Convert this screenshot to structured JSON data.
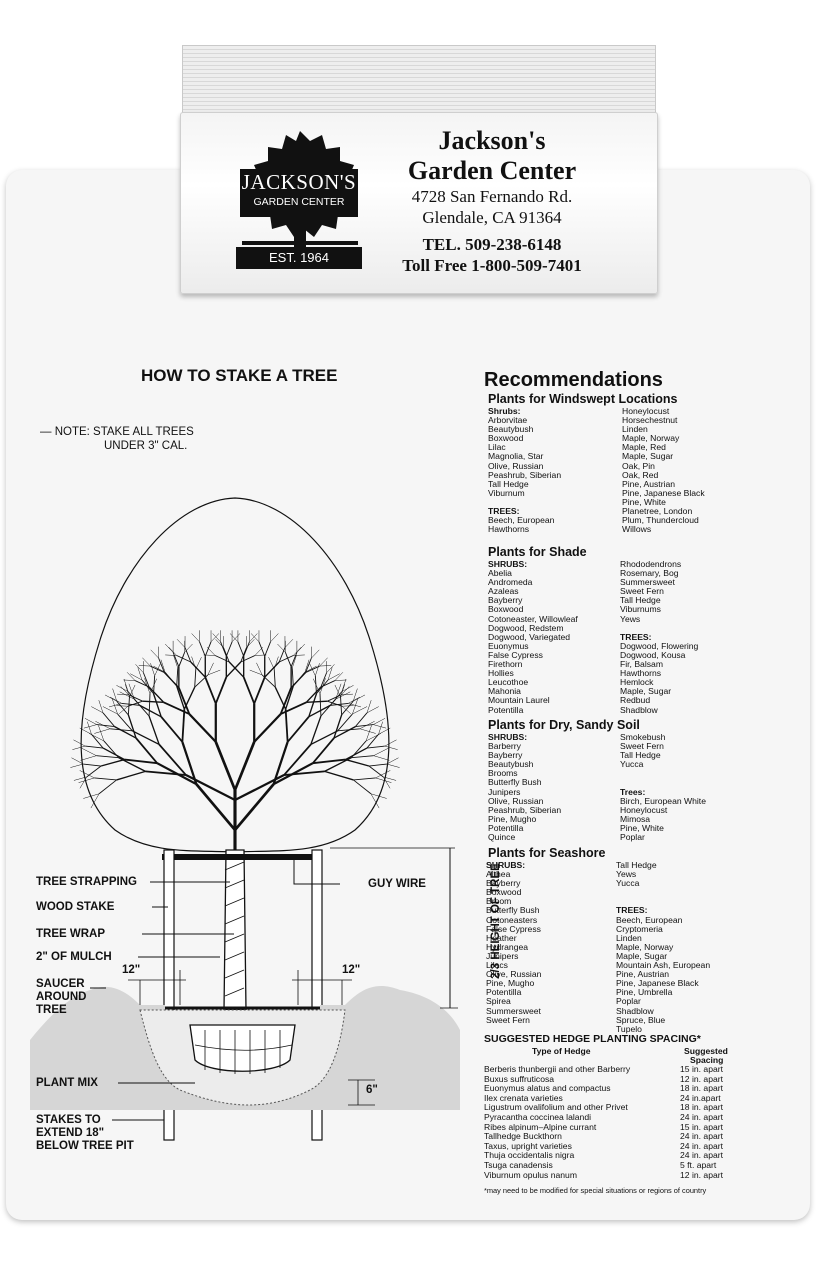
{
  "header": {
    "logo_name": "JACKSON'S",
    "logo_sub": "GARDEN CENTER",
    "logo_est": "EST. 1964",
    "store_name_1": "Jackson's",
    "store_name_2": "Garden Center",
    "address_1": "4728 San Fernando Rd.",
    "address_2": "Glendale, CA 91364",
    "tel": "TEL. 509-238-6148",
    "toll_free": "Toll Free 1-800-509-7401"
  },
  "staking": {
    "title": "HOW TO STAKE A TREE",
    "note_1": "— NOTE: STAKE ALL TREES",
    "note_2": "UNDER 3\" CAL.",
    "labels": {
      "strapping": "TREE STRAPPING",
      "wood_stake": "WOOD STAKE",
      "tree_wrap": "TREE WRAP",
      "mulch": "2\" OF MULCH",
      "saucer_1": "SAUCER",
      "saucer_2": "AROUND",
      "saucer_3": "TREE",
      "plant_mix": "PLANT MIX",
      "stakes_1": "STAKES TO",
      "stakes_2": "EXTEND 18\"",
      "stakes_3": "BELOW TREE PIT",
      "guy_wire": "GUY WIRE",
      "height": "2/3 HEIGHT OF TREE",
      "left_12": "12\"",
      "right_12": "12\"",
      "six": "6\""
    }
  },
  "recommendations": {
    "title": "Recommendations",
    "windswept": {
      "head": "Plants for Windswept Locations",
      "left": [
        {
          "t": "Shrubs:",
          "sub": true
        },
        "Arborvitae",
        "Beautybush",
        "Boxwood",
        "Lilac",
        "Magnolia, Star",
        "Olive, Russian",
        "Peashrub, Siberian",
        "Tall Hedge",
        "Viburnum",
        "",
        {
          "t": "TREES:",
          "sub": true
        },
        "Beech, European",
        "Hawthorns"
      ],
      "right": [
        "Honeylocust",
        "Horsechestnut",
        "Linden",
        "Maple, Norway",
        "Maple, Red",
        "Maple, Sugar",
        "Oak, Pin",
        "Oak, Red",
        "Pine, Austrian",
        "Pine, Japanese Black",
        "Pine, White",
        "Planetree, London",
        "Plum, Thundercloud",
        "Willows"
      ]
    },
    "shade": {
      "head": "Plants for Shade",
      "left": [
        {
          "t": "SHRUBS:",
          "sub": true
        },
        "Abelia",
        "Andromeda",
        "Azaleas",
        "Bayberry",
        "Boxwood",
        "Cotoneaster, Willowleaf",
        "Dogwood, Redstem",
        "Dogwood, Variegated",
        "Euonymus",
        "False Cypress",
        "Firethorn",
        "Hollies",
        "Leucothoe",
        "Mahonia",
        "Mountain Laurel",
        "Potentilla"
      ],
      "right": [
        "Rhododendrons",
        "Rosemary, Bog",
        "Summersweet",
        "Sweet Fern",
        "Tall Hedge",
        "Viburnums",
        "Yews",
        "",
        {
          "t": "TREES:",
          "sub": true
        },
        "Dogwood, Flowering",
        "Dogwood, Kousa",
        "Fir, Balsam",
        "Hawthorns",
        "Hemlock",
        "Maple, Sugar",
        "Redbud",
        "Shadblow"
      ]
    },
    "dry": {
      "head": "Plants for Dry, Sandy Soil",
      "left": [
        {
          "t": "SHRUBS:",
          "sub": true
        },
        "Barberry",
        "Bayberry",
        "Beautybush",
        "Brooms",
        "Butterfly Bush",
        "Junipers",
        "Olive, Russian",
        "Peashrub, Siberian",
        "Pine, Mugho",
        "Potentilla",
        "Quince"
      ],
      "right": [
        "Smokebush",
        "Sweet Fern",
        "Tall Hedge",
        "Yucca",
        "",
        "",
        {
          "t": "Trees:",
          "sub": true
        },
        "Birch, European White",
        "Honeylocust",
        "Mimosa",
        "Pine, White",
        "Poplar"
      ]
    },
    "seashore": {
      "head": "Plants for Seashore",
      "left": [
        {
          "t": "SHRUBS:",
          "sub": true
        },
        "Althea",
        "Bayberry",
        "Boxwood",
        "Broom",
        "Butterfly Bush",
        "Cotoneasters",
        "False Cypress",
        "Heather",
        "Hydrangea",
        "Junipers",
        "Lilacs",
        "Olive, Russian",
        "Pine, Mugho",
        "Potentilla",
        "Spirea",
        "Summersweet",
        "Sweet Fern"
      ],
      "right": [
        "Tall Hedge",
        "Yews",
        "Yucca",
        "",
        "",
        {
          "t": "TREES:",
          "sub": true
        },
        "Beech, European",
        "Cryptomeria",
        "Linden",
        "Maple, Norway",
        "Maple, Sugar",
        "Mountain Ash, European",
        "Pine, Austrian",
        "Pine, Japanese Black",
        "Pine, Umbrella",
        "Poplar",
        "Shadblow",
        "Spruce, Blue",
        "Tupelo"
      ]
    }
  },
  "hedge": {
    "title": "SUGGESTED HEDGE PLANTING SPACING*",
    "col_type": "Type of Hedge",
    "col_spacing_1": "Suggested",
    "col_spacing_2": "Spacing",
    "rows": [
      {
        "name": "Berberis thunbergii and other Barberry",
        "spacing": "15  in. apart"
      },
      {
        "name": "Buxus suffruticosa",
        "spacing": "12  in. apart"
      },
      {
        "name": "Euonymus alatus and compactus",
        "spacing": "18  in. apart"
      },
      {
        "name": "Ilex crenata varieties",
        "spacing": "24  in.apart"
      },
      {
        "name": "Ligustrum ovalifolium and other Privet",
        "spacing": "18  in. apart"
      },
      {
        "name": "Pyracantha coccinea lalandi",
        "spacing": "24  in. apart"
      },
      {
        "name": "Ribes alpinum–Alpine currant",
        "spacing": "15  in. apart"
      },
      {
        "name": "Tallhedge Buckthorn",
        "spacing": "24  in. apart"
      },
      {
        "name": "Taxus, upright varieties",
        "spacing": "24  in. apart"
      },
      {
        "name": "Thuja occidentalis nigra",
        "spacing": "24  in. apart"
      },
      {
        "name": "Tsuga canadensis",
        "spacing": "5  ft. apart"
      },
      {
        "name": "Viburnum opulus nanum",
        "spacing": "12  in. apart"
      }
    ],
    "footnote": "*may need to be modified for special situations or regions of country"
  }
}
